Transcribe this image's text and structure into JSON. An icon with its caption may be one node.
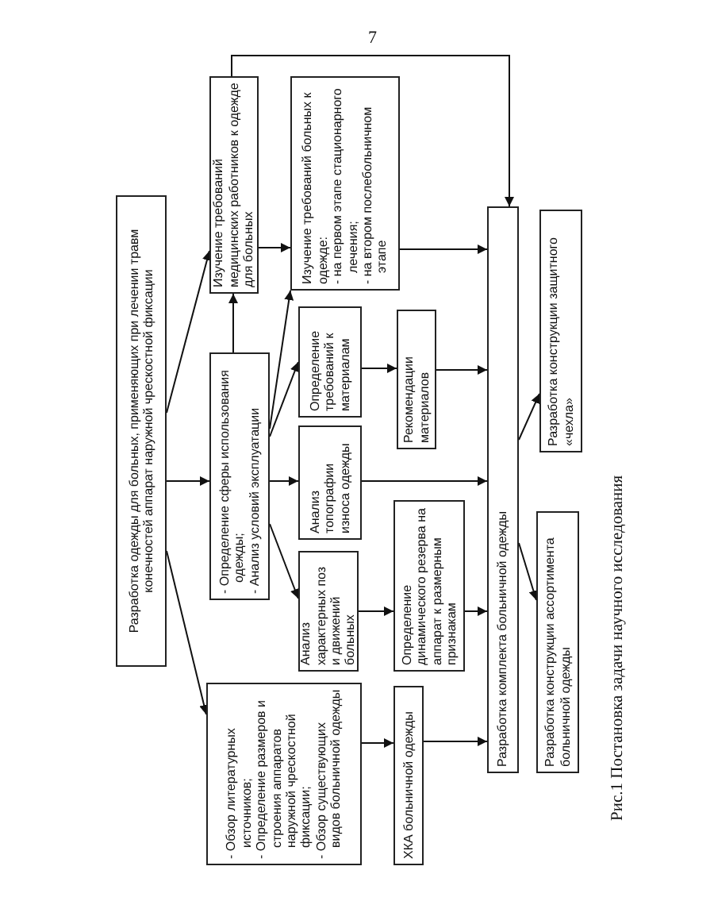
{
  "diagram": {
    "caption": "Рис.1 Постановка задачи научного исследования",
    "nodes": [
      {
        "text": [
          "Разработка одежды для больных, применяющих при лечении травм конечностей аппарат наружной чрескостной фиксации"
        ]
      },
      {
        "text": [
          "Изучение требований медицинских работников к одежде для больных"
        ]
      },
      {
        "text": [
          "Изучение требований больных к одежде:",
          "- на первом этапе стационарного лечения;",
          "- на втором послебольничном этапе"
        ]
      },
      {
        "text": [
          "- Определение сферы использования одежды;",
          "- Анализ условий эксплуатации"
        ]
      },
      {
        "text": [
          "Определение требований к материалам"
        ]
      },
      {
        "text": [
          "Анализ топографии износа одежды"
        ]
      },
      {
        "text": [
          "Анализ характерных поз и движений больных"
        ]
      },
      {
        "text": [
          "- Обзор литературных источников;",
          "- Определение размеров и строения аппаратов наружной чрескостной фиксации;",
          "- Обзор существующих видов больничной одежды"
        ]
      },
      {
        "text": [
          "Рекомендации материалов"
        ]
      },
      {
        "text": [
          "Определение динамического резерва на аппарат к размерным признакам"
        ]
      },
      {
        "text": [
          "ХКА больничной одежды"
        ]
      },
      {
        "text": [
          "Разработка комплекта больничной одежды"
        ]
      },
      {
        "text": [
          "Разработка конструкции защитного «чехла»"
        ]
      },
      {
        "text": [
          "Разработка конструкции ассортимента больничной одежды"
        ]
      }
    ],
    "edges": [
      {
        "from": 0,
        "to": 1,
        "arrow": "to"
      },
      {
        "from": 0,
        "to": 3,
        "arrow": "to"
      },
      {
        "from": 0,
        "to": 7,
        "arrow": "to"
      },
      {
        "from": 3,
        "to": 1,
        "arrow": "to"
      },
      {
        "from": 1,
        "to": 2,
        "arrow": "to"
      },
      {
        "from": 3,
        "to": 2,
        "arrow": "to"
      },
      {
        "from": 3,
        "to": 4,
        "arrow": "to"
      },
      {
        "from": 3,
        "to": 5,
        "arrow": "to"
      },
      {
        "from": 3,
        "to": 6,
        "arrow": "to"
      },
      {
        "from": 4,
        "to": 8,
        "arrow": "to"
      },
      {
        "from": 6,
        "to": 9,
        "arrow": "to"
      },
      {
        "from": 7,
        "to": 10,
        "arrow": "to"
      },
      {
        "from": 1,
        "to": 11,
        "arrow": "to"
      },
      {
        "from": 2,
        "to": 11,
        "arrow": "to"
      },
      {
        "from": 8,
        "to": 11,
        "arrow": "to"
      },
      {
        "from": 5,
        "to": 11,
        "arrow": "to"
      },
      {
        "from": 9,
        "to": 11,
        "arrow": "to"
      },
      {
        "from": 10,
        "to": 11,
        "arrow": "to"
      },
      {
        "from": 11,
        "to": 12,
        "arrow": "to"
      },
      {
        "from": 11,
        "to": 13,
        "arrow": "to"
      }
    ],
    "labels": [
      "7"
    ]
  }
}
